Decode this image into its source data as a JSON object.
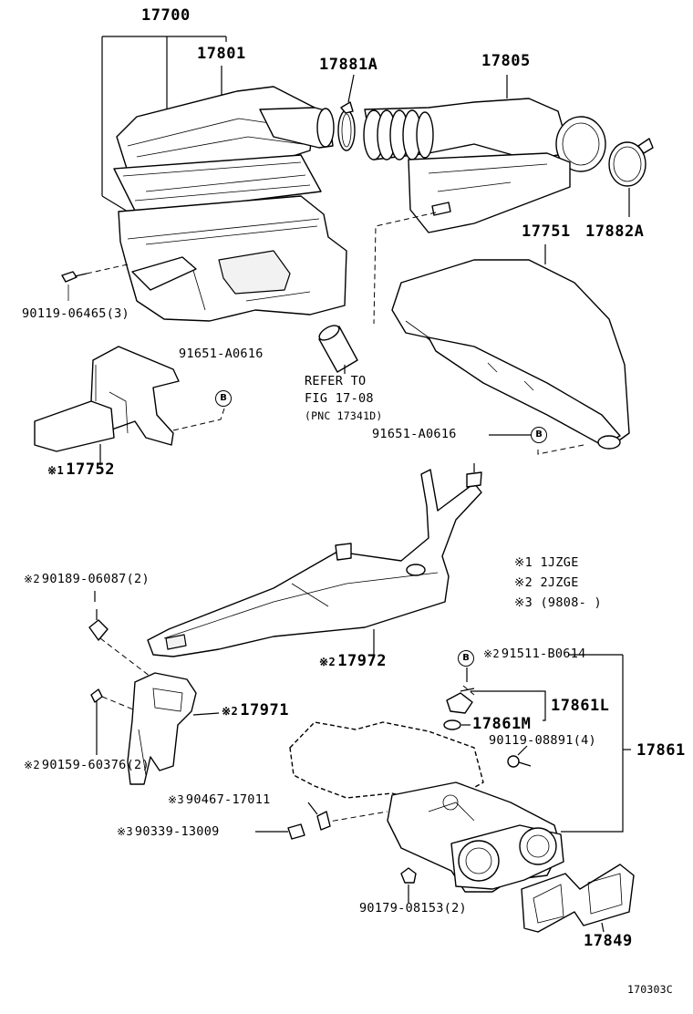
{
  "diagram": {
    "parts": {
      "p17700": "17700",
      "p17801": "17801",
      "p17881A": "17881A",
      "p17805": "17805",
      "p17751": "17751",
      "p17882A": "17882A",
      "p90119_06465": "90119-06465(3)",
      "p91651_A0616_a": "91651-A0616",
      "p91651_A0616_b": "91651-A0616",
      "p17752": "17752",
      "p90189_06087": "90189-06087(2)",
      "p17972": "17972",
      "p17971": "17971",
      "p90159_60376": "90159-60376(2)",
      "p91511_B0614": "91511-B0614",
      "p17861L": "17861L",
      "p17861M": "17861M",
      "p90119_08891": "90119-08891(4)",
      "p17861": "17861",
      "p90467_17011": "90467-17011",
      "p90339_13009": "90339-13009",
      "p90179_08153": "90179-08153(2)",
      "p17849": "17849"
    },
    "refer": {
      "line1": "REFER TO",
      "line2": "FIG 17-08",
      "line3": "(PNC 17341D)"
    },
    "marks": {
      "m1": "※1",
      "m2": "※2",
      "m3": "※3"
    },
    "callout": "B",
    "legend": {
      "l1_mark": "※1",
      "l1_text": "1JZGE",
      "l2_mark": "※2",
      "l2_text": "2JZGE",
      "l3_mark": "※3",
      "l3_text": "(9808-        )"
    },
    "figure_code": "170303C"
  }
}
